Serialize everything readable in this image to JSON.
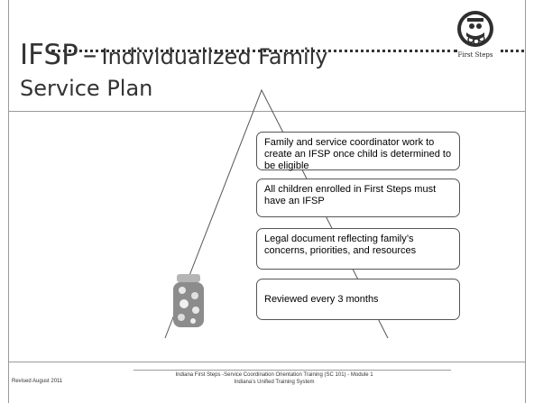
{
  "slide": {
    "title_abbr": "IFSP",
    "title_dash": "–",
    "title_rest": "Individualized Family",
    "title_line2": "Service Plan"
  },
  "logo": {
    "icon": "first-steps-logo",
    "label": "First Steps"
  },
  "boxes": [
    "Family and service coordinator work to create an IFSP once child is determined to be eligible",
    "All children enrolled in First Steps must have an IFSP",
    "Legal document reflecting family’s concerns, priorities, and resources",
    "Reviewed every 3 months"
  ],
  "footer": {
    "revised": "Revised August 2011",
    "course": "Indiana First Steps -Service Coordination Orientation Training  (SC 101)  - Module 1",
    "system": "Indiana’s Unified Training System"
  },
  "decor": {
    "jar_icon": "jar-icon"
  }
}
